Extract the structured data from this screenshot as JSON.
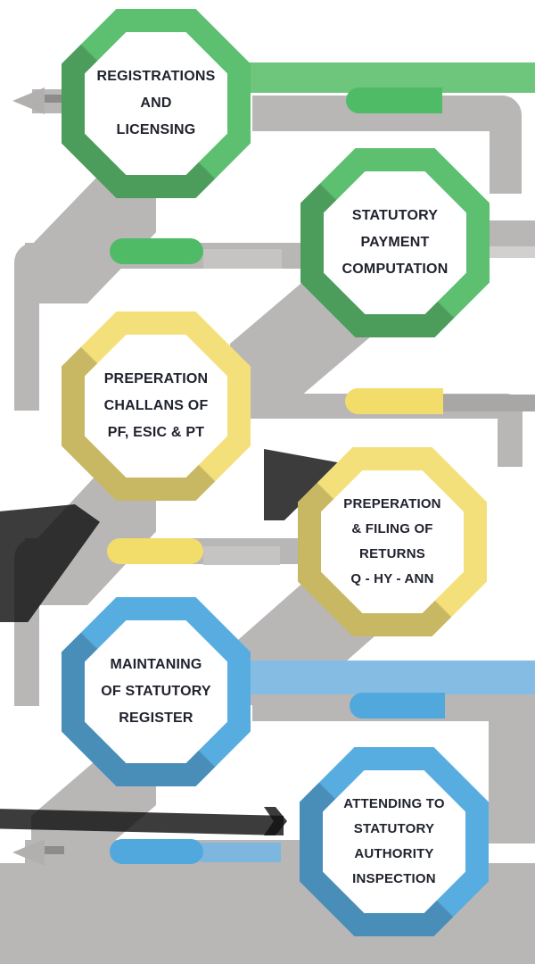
{
  "diagram": {
    "type": "process-flow-infographic",
    "background": "#ffffff",
    "nodes": [
      {
        "id": 1,
        "position": "top-left",
        "color_name": "green",
        "lines": [
          "REGISTRATIONS",
          "AND",
          "LICENSING"
        ]
      },
      {
        "id": 2,
        "position": "right",
        "color_name": "green",
        "lines": [
          "STATUTORY",
          "PAYMENT",
          "COMPUTATION"
        ]
      },
      {
        "id": 3,
        "position": "left",
        "color_name": "yellow",
        "lines": [
          "PREPERATION",
          "CHALLANS OF",
          "PF, ESIC & PT"
        ]
      },
      {
        "id": 4,
        "position": "right",
        "color_name": "yellow",
        "lines": [
          "PREPERATION",
          "& FILING OF",
          "RETURNS",
          "Q - HY - ANN"
        ]
      },
      {
        "id": 5,
        "position": "left",
        "color_name": "blue",
        "lines": [
          "MAINTANING",
          "OF STATUTORY",
          "REGISTER"
        ]
      },
      {
        "id": 6,
        "position": "bottom-right",
        "color_name": "blue",
        "lines": [
          "ATTENDING TO",
          "STATUTORY",
          "AUTHORITY",
          "INSPECTION"
        ]
      }
    ],
    "connector_pills": [
      {
        "color_name": "green",
        "hex": "#50bb66",
        "location": "top-right band"
      },
      {
        "color_name": "green",
        "hex": "#50bb66",
        "location": "left of node 2 row"
      },
      {
        "color_name": "yellow",
        "hex": "#f2dc6a",
        "location": "right of node 3 row"
      },
      {
        "color_name": "yellow",
        "hex": "#f2dc6a",
        "location": "left of node 4 row"
      },
      {
        "color_name": "blue",
        "hex": "#50a8dc",
        "location": "right of node 5 row"
      },
      {
        "color_name": "blue",
        "hex": "#50a8dc",
        "location": "left of node 6 row"
      }
    ],
    "colors": {
      "green_ring": "#5dbf70",
      "green_band": "#6ec57c",
      "yellow_ring": "#f4e07a",
      "blue_ring": "#58ade0",
      "blue_band": "#85bce3",
      "connector_gray": "#b9b6b6",
      "shadow_black": "#111111",
      "text": "#20232e",
      "node_fill": "#ffffff"
    },
    "icons": {
      "start_arrow": "left-pointing-arrow",
      "end_arrow": "left-pointing-arrow",
      "flow_chevrons": "right-pointing-chevron"
    }
  }
}
